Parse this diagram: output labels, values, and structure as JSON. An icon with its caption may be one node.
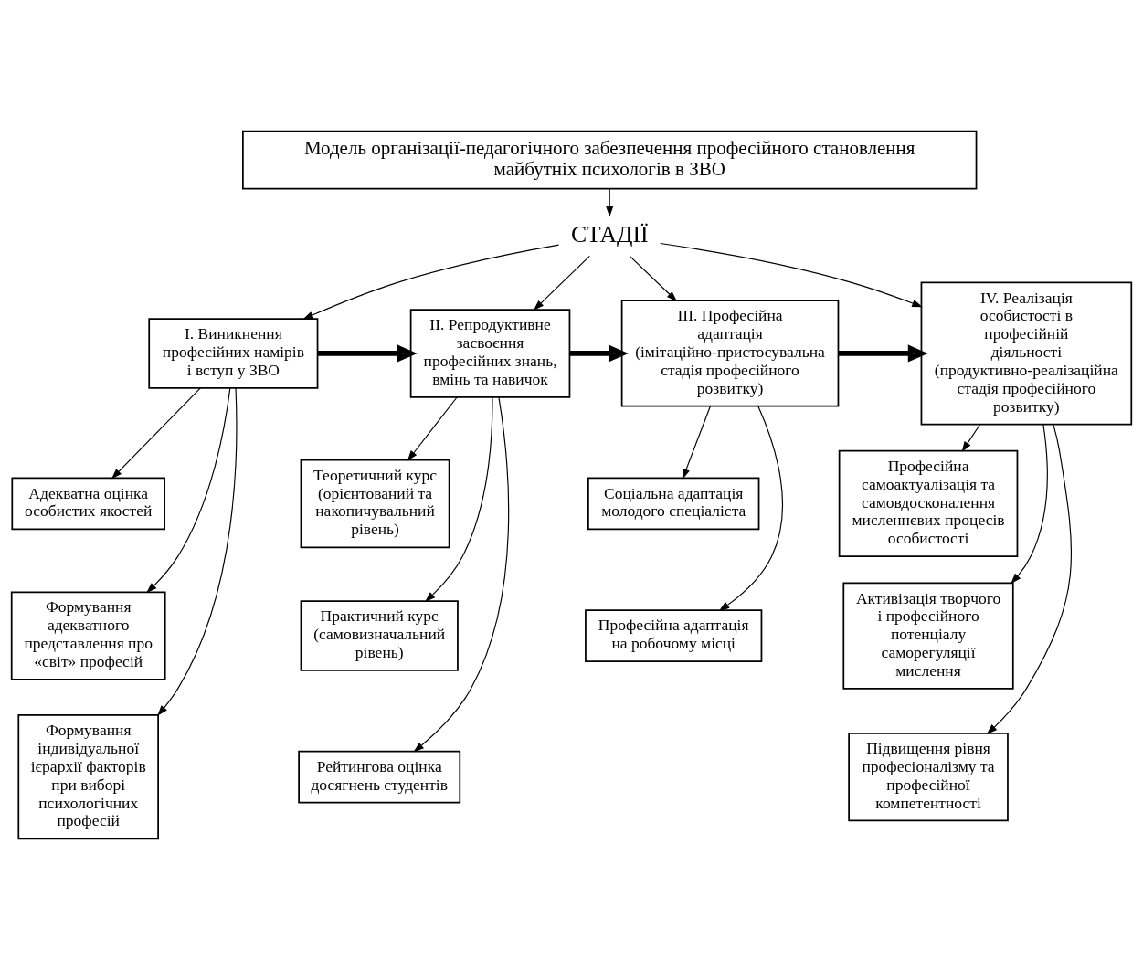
{
  "diagram": {
    "nodes": [
      {
        "text": [
          "Модель організації-педагогічного забезпечення професійного становлення майбутніх психологів в ЗВО"
        ]
      },
      {
        "text": [
          "СТАДІЇ"
        ]
      },
      {
        "text": [
          "I. Виникнення професійних намірів і вступ у ЗВО"
        ]
      },
      {
        "text": [
          "II. Репродуктивне засвоєння професійних знань, вмінь та навичок"
        ]
      },
      {
        "text": [
          "III. Професійна адаптація (імітаційно-пристосувальна стадія професійного розвитку)"
        ]
      },
      {
        "text": [
          "IV. Реалізація особистості в професійній діяльності (продуктивно-реалізаційна стадія професійного розвитку)"
        ]
      },
      {
        "text": [
          "Адекватна оцінка особистих якостей"
        ]
      },
      {
        "text": [
          "Формування адекватного представлення про «світ» професій"
        ]
      },
      {
        "text": [
          "Формування індивідуальної ієрархії факторів при виборі психологічних професій"
        ]
      },
      {
        "text": [
          "Теоретичний курс (орієнтований та накопичувальний рівень)"
        ]
      },
      {
        "text": [
          "Практичний курс (самовизначальний рівень)"
        ]
      },
      {
        "text": [
          "Рейтингова оцінка досягнень студентів"
        ]
      },
      {
        "text": [
          "Соціальна адаптація молодого спеціаліста"
        ]
      },
      {
        "text": [
          "Професійна адаптація на робочому місці"
        ]
      },
      {
        "text": [
          "Професійна самоактуалізація та самовдосконалення мисленнєвих процесів особистості"
        ]
      },
      {
        "text": [
          "Активізація творчого і професійного потенціалу саморегуляції мислення"
        ]
      },
      {
        "text": [
          "Підвищення рівня професіоналізму та професійної компетентності"
        ]
      }
    ],
    "edges": [
      {
        "from": 0,
        "to": 1,
        "arrow": "to"
      },
      {
        "from": 1,
        "to": 2,
        "arrow": "to"
      },
      {
        "from": 1,
        "to": 3,
        "arrow": "to"
      },
      {
        "from": 1,
        "to": 4,
        "arrow": "to"
      },
      {
        "from": 1,
        "to": 5,
        "arrow": "to"
      },
      {
        "from": 2,
        "to": 3,
        "arrow": "to",
        "style": "thick"
      },
      {
        "from": 3,
        "to": 4,
        "arrow": "to",
        "style": "thick"
      },
      {
        "from": 4,
        "to": 5,
        "arrow": "to",
        "style": "thick"
      },
      {
        "from": 2,
        "to": 6,
        "arrow": "to"
      },
      {
        "from": 2,
        "to": 7,
        "arrow": "to"
      },
      {
        "from": 2,
        "to": 8,
        "arrow": "to"
      },
      {
        "from": 3,
        "to": 9,
        "arrow": "to"
      },
      {
        "from": 3,
        "to": 10,
        "arrow": "to"
      },
      {
        "from": 3,
        "to": 11,
        "arrow": "to"
      },
      {
        "from": 4,
        "to": 12,
        "arrow": "to"
      },
      {
        "from": 4,
        "to": 13,
        "arrow": "to"
      },
      {
        "from": 5,
        "to": 14,
        "arrow": "to"
      },
      {
        "from": 5,
        "to": 15,
        "arrow": "to"
      },
      {
        "from": 5,
        "to": 16,
        "arrow": "to"
      }
    ]
  }
}
